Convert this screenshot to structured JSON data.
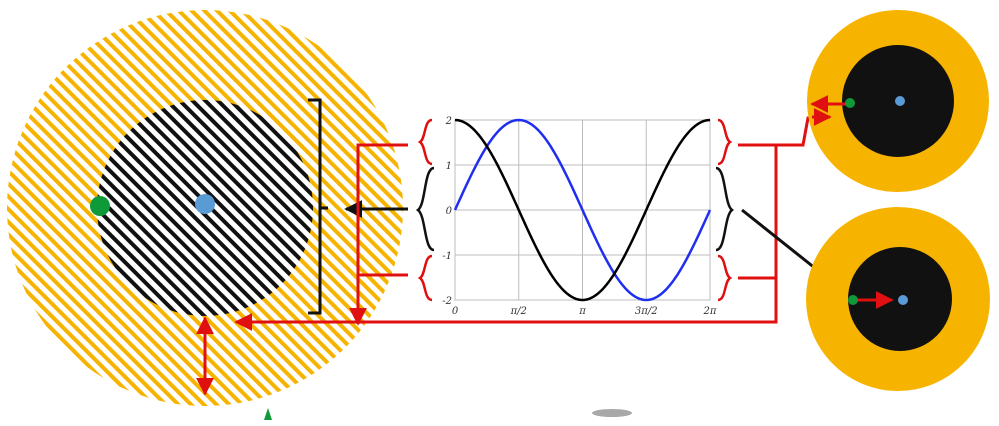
{
  "colors": {
    "orange": "#f6b400",
    "black": "#111111",
    "red": "#e01010",
    "blue_series": "#1f2ff0",
    "black_series": "#000000",
    "green_dot": "#0f9a3a",
    "blue_dot": "#5b9bd5",
    "grid": "#bdbdbd"
  },
  "chart_data": {
    "type": "line",
    "x_tick_labels": [
      "0",
      "π/2",
      "π",
      "3π/2",
      "2π"
    ],
    "y_tick_labels": [
      "2",
      "1",
      "0",
      "-1",
      "-2"
    ],
    "xlim": [
      0,
      6.2832
    ],
    "ylim": [
      -2,
      2
    ],
    "grid": true,
    "series": [
      {
        "color": "#1f2ff0",
        "function": "2*sin(x)"
      },
      {
        "color": "#000000",
        "function": "2*cos(x)"
      }
    ]
  }
}
